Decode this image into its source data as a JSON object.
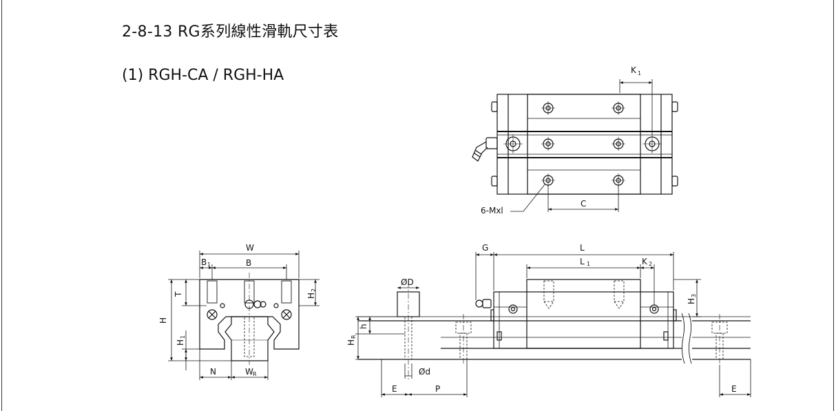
{
  "title": "2-8-13 RG系列線性滑軌尺寸表",
  "subtitle": "(1) RGH-CA / RGH-HA",
  "labels": {
    "K1": "K",
    "K1_sub": "1",
    "C": "C",
    "mxl": "6-Mxl",
    "W": "W",
    "B1": "B",
    "B1_sub": "1",
    "B": "B",
    "T": "T",
    "H2": "H",
    "H2_sub": "2",
    "H": "H",
    "H1": "H",
    "H1_sub": "1",
    "N": "N",
    "WR": "W",
    "WR_sub": "R",
    "OD": "ØD",
    "h": "h",
    "HR": "H",
    "HR_sub": "R",
    "od": "Ød",
    "E1": "E",
    "P": "P",
    "G": "G",
    "L": "L",
    "L1": "L",
    "L1_sub": "1",
    "K2": "K",
    "K2_sub": "2",
    "H3": "H",
    "H3_sub": "3",
    "E2": "E"
  }
}
